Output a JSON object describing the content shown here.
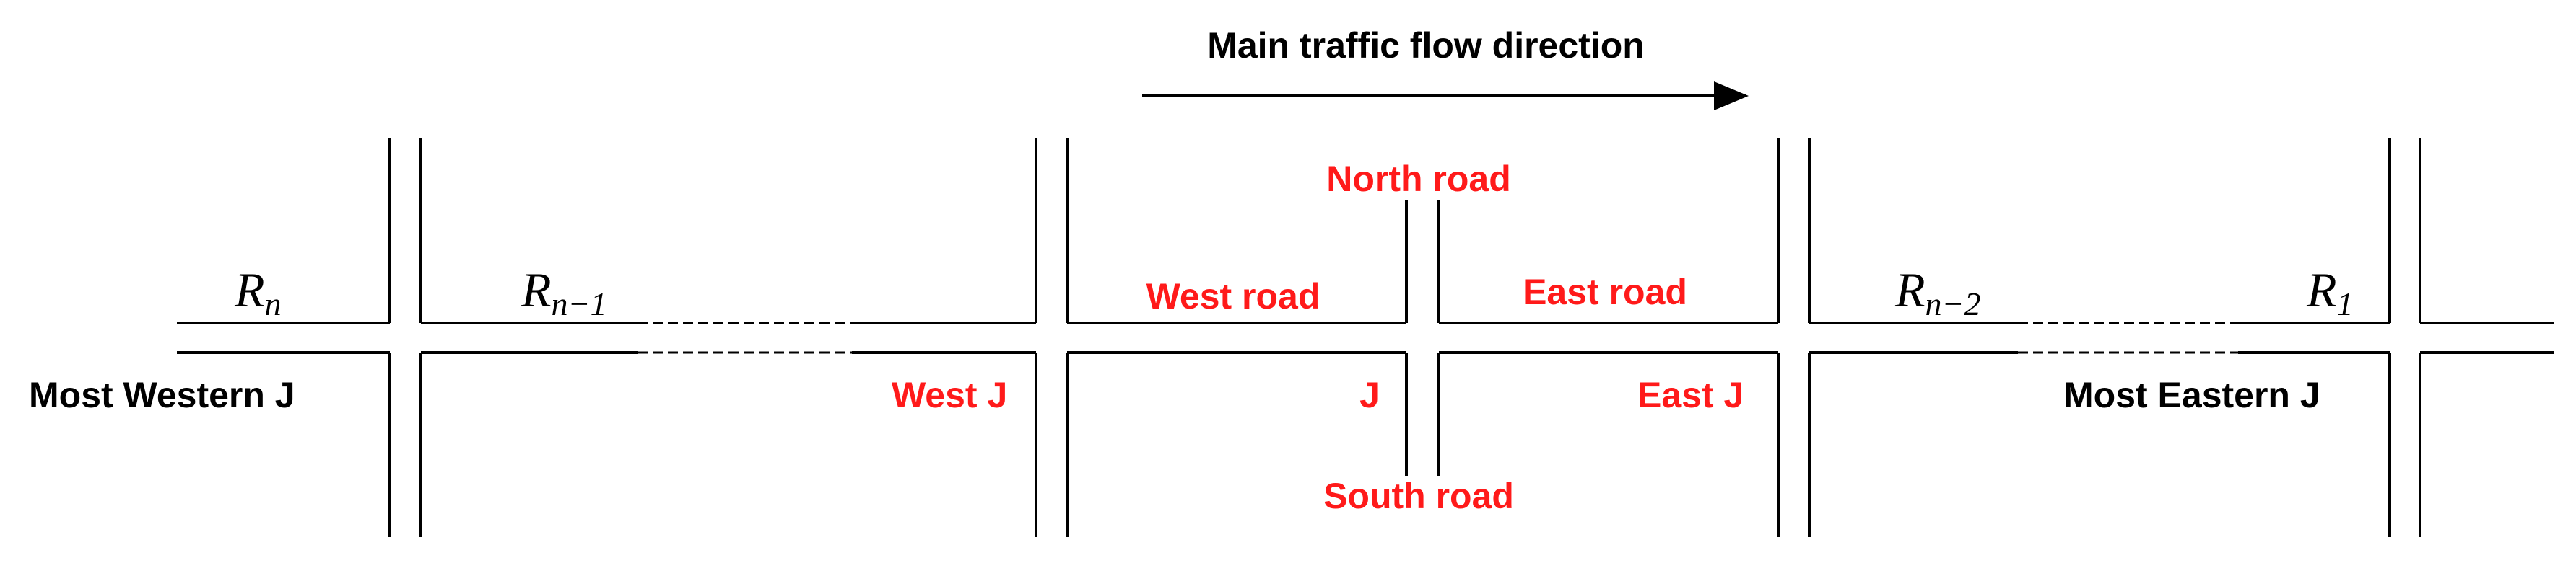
{
  "title": "Main traffic flow direction",
  "junctions": {
    "most_western": "Most Western J",
    "west": "West J",
    "center": "J",
    "east": "East J",
    "most_eastern": "Most Eastern J"
  },
  "roads": {
    "north": "North road",
    "south": "South road",
    "west": "West road",
    "east": "East road"
  },
  "road_ids": {
    "rn": {
      "base": "R",
      "sub": "n"
    },
    "rn1": {
      "base": "R",
      "sub": "n−1"
    },
    "rn2": {
      "base": "R",
      "sub": "n−2"
    },
    "r1": {
      "base": "R",
      "sub": "1"
    }
  },
  "colors": {
    "highlight": "#ff1a1a",
    "line": "#000000",
    "background": "#ffffff"
  }
}
